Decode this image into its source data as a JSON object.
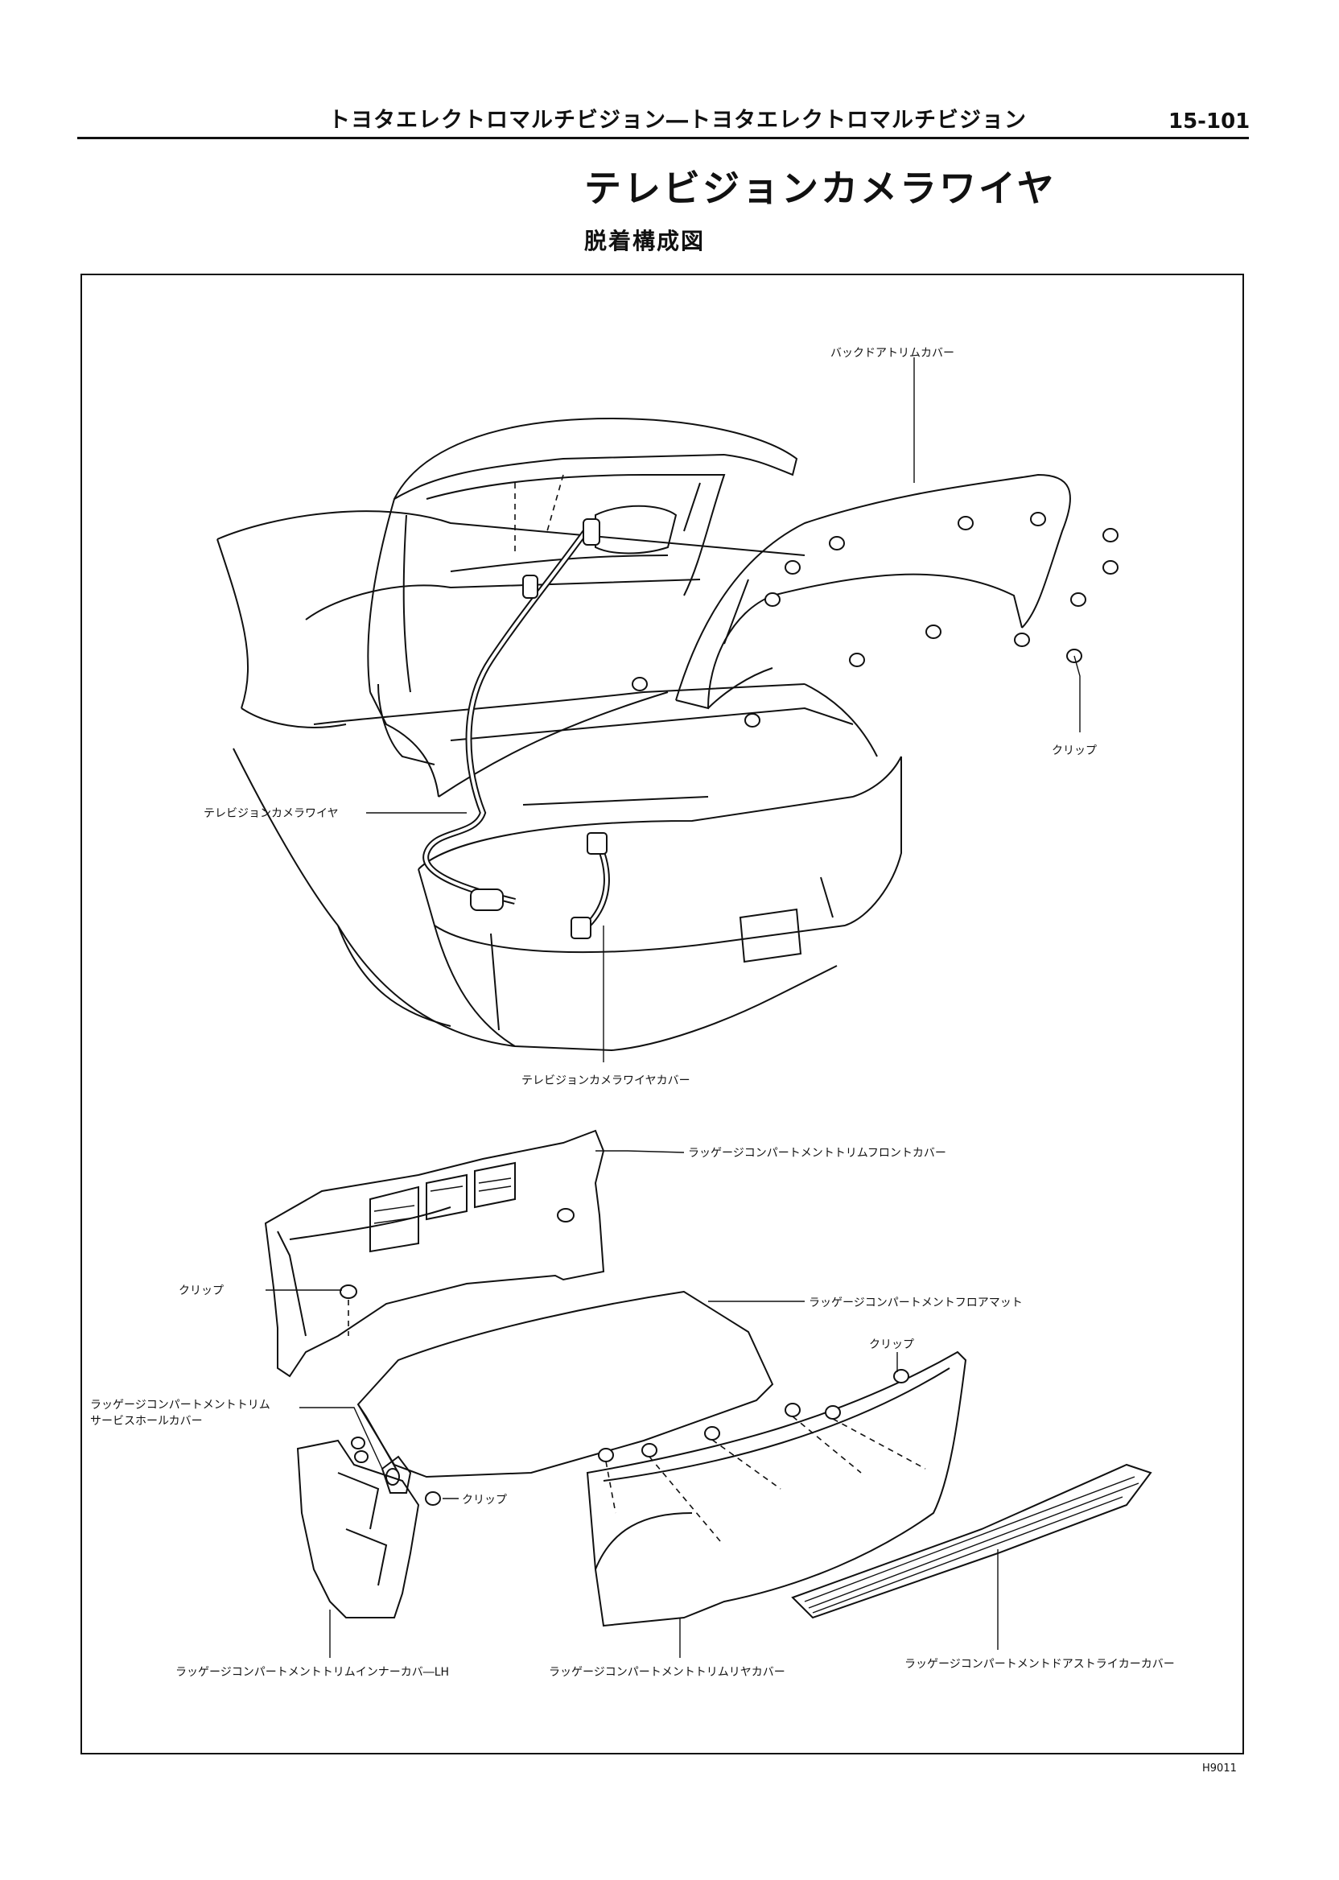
{
  "header": {
    "title": "トヨタエレクトロマルチビジョン―トヨタエレクトロマルチビジョン",
    "page": "15-101"
  },
  "section": {
    "title": "テレビジョンカメラワイヤ",
    "subtitle": "脱着構成図"
  },
  "labels": {
    "back_door_trim_cover": "バックドアトリムカバー",
    "clip_top": "クリップ",
    "tv_camera_wire": "テレビジョンカメラワイヤ",
    "tv_camera_wire_cover": "テレビジョンカメラワイヤカバー",
    "luggage_front_cover": "ラッゲージコンパートメントトリムフロントカバー",
    "clip_left": "クリップ",
    "luggage_floor_mat": "ラッゲージコンパートメントフロアマット",
    "clip_right": "クリップ",
    "service_hole_cover_1": "ラッゲージコンパートメントトリム",
    "service_hole_cover_2": "サービスホールカバー",
    "clip_small": "クリップ",
    "inner_cover_lh": "ラッゲージコンパートメントトリムインナーカバ―LH",
    "rear_cover": "ラッゲージコンパートメントトリムリヤカバー",
    "door_striker_cover": "ラッゲージコンパートメントドアストライカーカバー"
  },
  "figure_code": "H9011"
}
